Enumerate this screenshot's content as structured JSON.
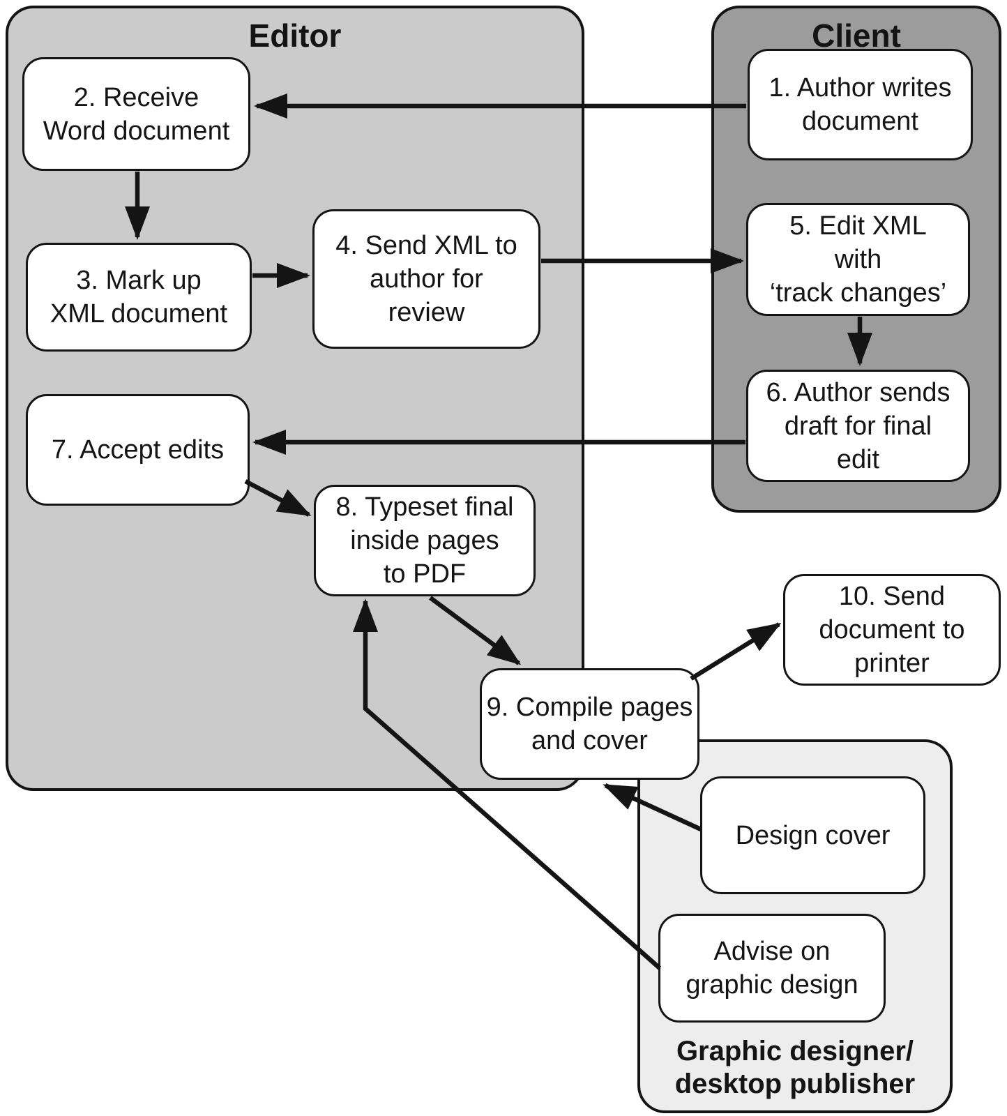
{
  "containers": {
    "editor": {
      "label": "Editor"
    },
    "client": {
      "label": "Client"
    },
    "designer": {
      "label": "Graphic designer/\ndesktop publisher"
    }
  },
  "boxes": {
    "step1": {
      "text": "1. Author writes\ndocument"
    },
    "step2": {
      "text": "2. Receive\nWord document"
    },
    "step3": {
      "text": "3. Mark up\nXML document"
    },
    "step4": {
      "text": "4. Send XML to\nauthor for\nreview"
    },
    "step5": {
      "text": "5. Edit XML\nwith\n‘track changes’"
    },
    "step6": {
      "text": "6. Author sends\ndraft for final\nedit"
    },
    "step7": {
      "text": "7. Accept edits"
    },
    "step8": {
      "text": "8. Typeset final\ninside pages\nto PDF"
    },
    "step9": {
      "text": "9. Compile pages\nand cover"
    },
    "step10": {
      "text": "10. Send\ndocument to\nprinter"
    },
    "design_cover": {
      "text": "Design cover"
    },
    "advise": {
      "text": "Advise on\ngraphic design"
    }
  },
  "arrows": [
    {
      "from": "step1",
      "to": "step2"
    },
    {
      "from": "step2",
      "to": "step3"
    },
    {
      "from": "step3",
      "to": "step4"
    },
    {
      "from": "step4",
      "to": "step5"
    },
    {
      "from": "step5",
      "to": "step6"
    },
    {
      "from": "step6",
      "to": "step7"
    },
    {
      "from": "step7",
      "to": "step8"
    },
    {
      "from": "step8",
      "to": "step9"
    },
    {
      "from": "step9",
      "to": "step10"
    },
    {
      "from": "design_cover",
      "to": "step9"
    },
    {
      "from": "advise",
      "to": "step8"
    }
  ],
  "colors": {
    "editor_fill": "#cbcbcb",
    "client_fill": "#9c9c9c",
    "designer_fill": "#ededed",
    "node_fill": "#ffffff",
    "line": "#141414",
    "background": "#ffffff"
  }
}
